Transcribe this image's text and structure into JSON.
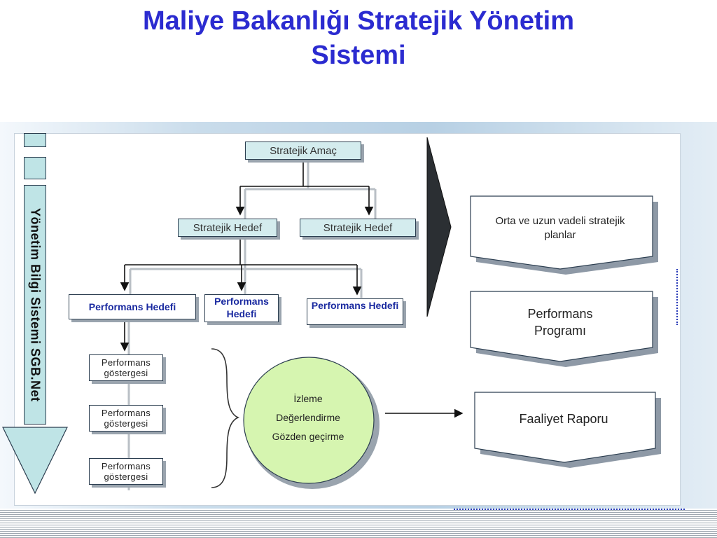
{
  "title": {
    "line1": "Maliye Bakanlığı Stratejik Yönetim",
    "line2": "Sistemi"
  },
  "sidebar": {
    "label": "Yönetim Bilgi Sistemi SGB.Net"
  },
  "hierarchy": {
    "strategic_goal": "Stratejik Amaç",
    "strategic_targets": [
      "Stratejik Hedef",
      "Stratejik Hedef"
    ],
    "performance_targets": [
      "Performans Hedefi",
      "Performans Hedefi",
      "Performans Hedefi"
    ],
    "performance_indicators": [
      "Performans göstergesi",
      "Performans göstergesi",
      "Performans göstergesi"
    ]
  },
  "cycle": {
    "lines": [
      "İzleme",
      "Değerlendirme",
      "Gözden geçirme"
    ]
  },
  "outputs": {
    "plans": "Orta ve uzun vadeli stratejik planlar",
    "program": "Performans Programı",
    "report": "Faaliyet Raporu"
  },
  "colors": {
    "title": "#2b2bd0",
    "teal_fill": "#bfe4e6",
    "circle_fill": "#d6f5b0",
    "performance_text": "#1a2aa0"
  }
}
